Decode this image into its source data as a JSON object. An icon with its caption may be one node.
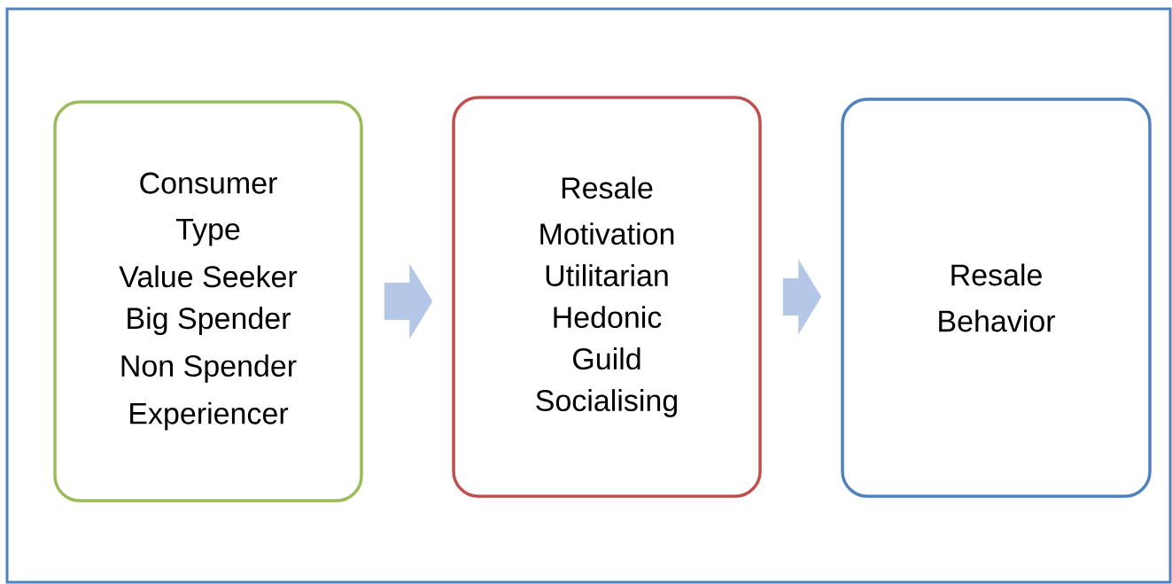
{
  "diagram": {
    "nodes": [
      {
        "text": [
          "Consumer Type",
          "Value Seeker",
          "Big Spender",
          "Non Spender",
          "Experiencer"
        ]
      },
      {
        "text": [
          "Resale Motivation",
          "Utilitarian",
          "Hedonic",
          "Guild",
          "Socialising"
        ]
      },
      {
        "text": [
          "Resale Behavior"
        ]
      }
    ],
    "edges": [
      {
        "from": 0,
        "to": 1,
        "arrow": "to"
      },
      {
        "from": 1,
        "to": 2,
        "arrow": "to"
      }
    ]
  }
}
